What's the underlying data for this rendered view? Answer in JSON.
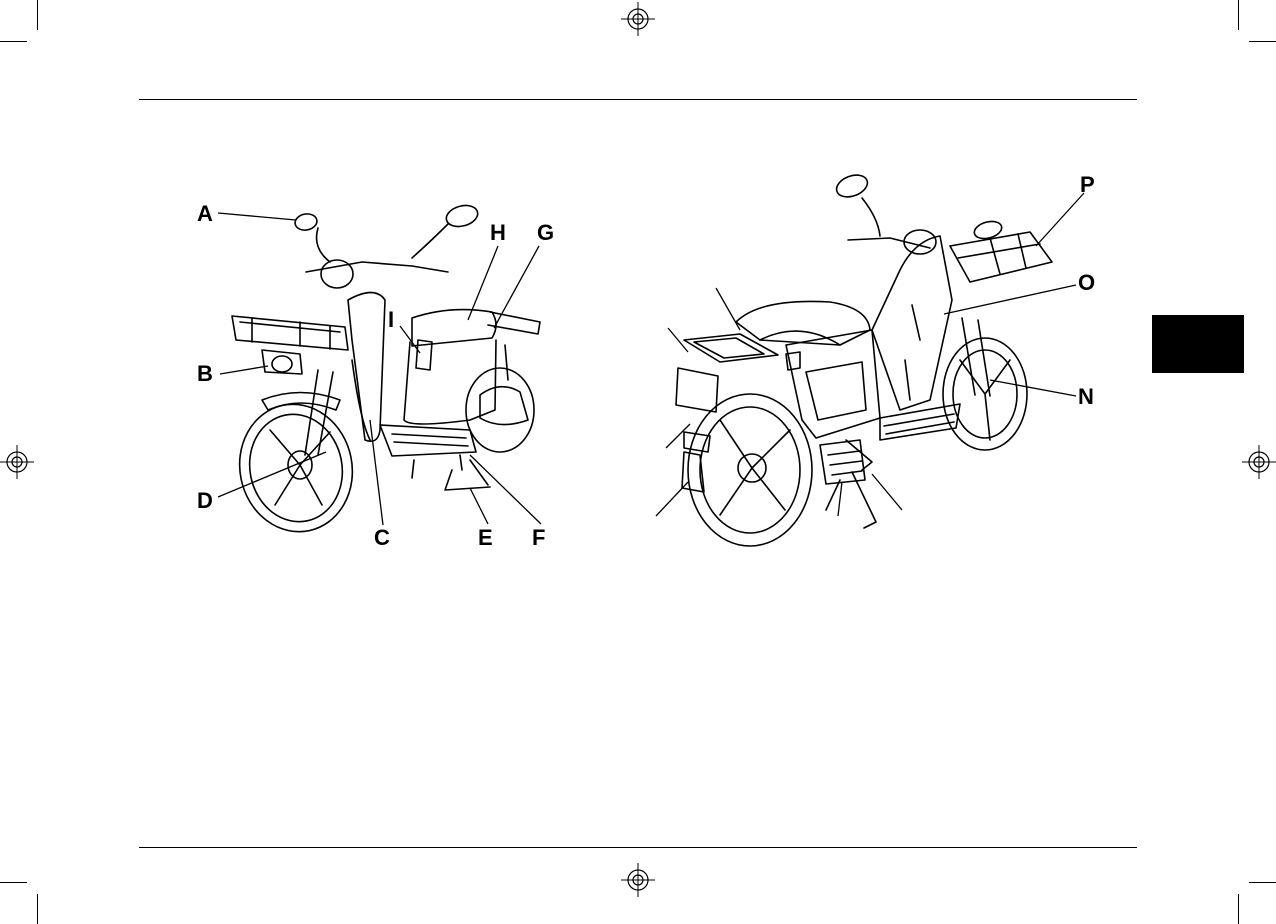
{
  "figure_left": {
    "callouts": {
      "A": "A",
      "B": "B",
      "C": "C",
      "D": "D",
      "E": "E",
      "F": "F",
      "G": "G",
      "H": "H",
      "I": "I"
    }
  },
  "figure_right": {
    "callouts": {
      "N": "N",
      "O": "O",
      "P": "P"
    }
  },
  "colors": {
    "ink": "#000000",
    "paper": "#ffffff"
  }
}
